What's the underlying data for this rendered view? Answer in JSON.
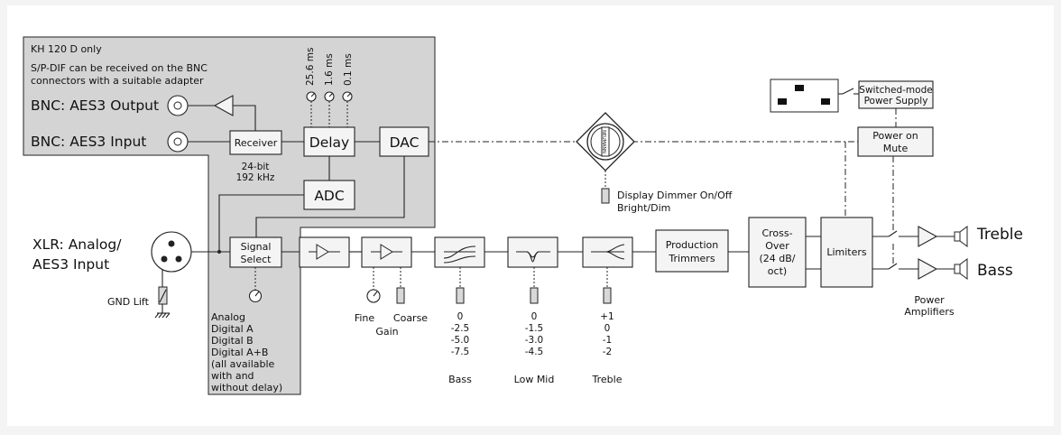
{
  "panel": {
    "model_note": "KH 120 D only",
    "spdif_note_1": "S/P-DIF can be received on the BNC",
    "spdif_note_2": "connectors with a suitable adapter"
  },
  "connectors": {
    "bnc_out": "BNC: AES3 Output",
    "bnc_in": "BNC: AES3 Input",
    "xlr_1": "XLR: Analog/",
    "xlr_2": "AES3 Input",
    "gnd_lift": "GND Lift"
  },
  "blocks": {
    "receiver": "Receiver",
    "delay": "Delay",
    "dac": "DAC",
    "adc": "ADC",
    "signal_1": "Signal",
    "signal_2": "Select",
    "production_1": "Production",
    "production_2": "Trimmers",
    "crossover_1": "Cross-",
    "crossover_2": "Over",
    "crossover_3": "(24 dB/",
    "crossover_4": "oct)",
    "limiters": "Limiters",
    "smps_1": "Switched-mode",
    "smps_2": "Power Supply",
    "mute_1": "Power on",
    "mute_2": "Mute"
  },
  "delay_options": [
    "25.6 ms",
    "1.6 ms",
    "0.1 ms"
  ],
  "receiver_spec": [
    "24-bit",
    "192 kHz"
  ],
  "signal_options": [
    "Analog",
    "Digital A",
    "Digital B",
    "Digital A+B",
    "(all available",
    "with and",
    "without delay)"
  ],
  "dimmer": {
    "line_1": "Display Dimmer On/Off",
    "line_2": "Bright/Dim"
  },
  "gain": {
    "fine": "Fine",
    "coarse": "Coarse",
    "label": "Gain"
  },
  "bass": {
    "label": "Bass",
    "values": [
      "0",
      "-2.5",
      "-5.0",
      "-7.5"
    ]
  },
  "low_mid": {
    "label": "Low Mid",
    "values": [
      "0",
      "-1.5",
      "-3.0",
      "-4.5"
    ]
  },
  "treble_eq": {
    "label": "Treble",
    "values": [
      "+1",
      "0",
      "-1",
      "-2"
    ]
  },
  "amps": {
    "line_1": "Power",
    "line_2": "Amplifiers"
  },
  "outputs": {
    "treble": "Treble",
    "bass": "Bass"
  },
  "colors": {
    "panel_gray": "#d4d4d4",
    "background": "#f4f4f4",
    "frame": "#ffffff"
  }
}
